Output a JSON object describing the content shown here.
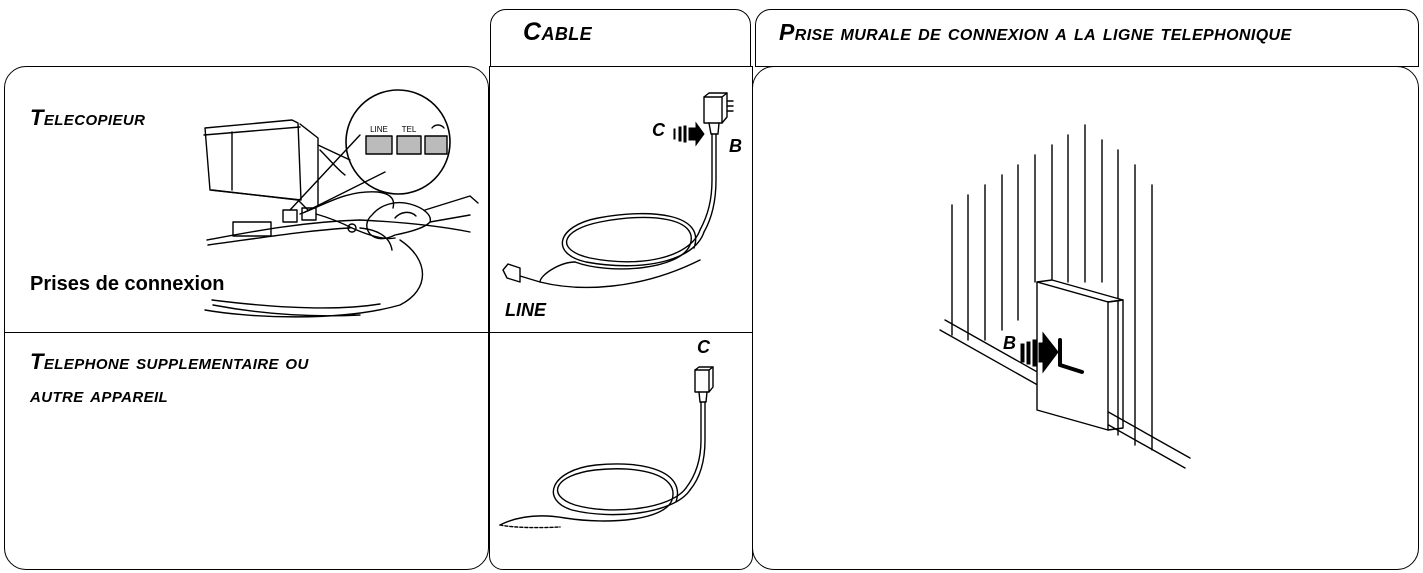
{
  "headers": {
    "cable": "Cable",
    "wall_socket": "Prise murale de connexion a la ligne telephonique"
  },
  "fax_panel": {
    "title": "Telecopieur",
    "port_labels": [
      "LINE",
      "TEL",
      "☎"
    ],
    "connections_label": "Prises de connexion"
  },
  "phone_panel": {
    "title_line1": "Telephone supplementaire ou",
    "title_line2": "autre appareil"
  },
  "cable_panel": {
    "label_c_top": "C",
    "label_b": "B",
    "label_line": "LINE",
    "label_c_bottom": "C"
  },
  "wall_panel": {
    "label_b": "B"
  }
}
